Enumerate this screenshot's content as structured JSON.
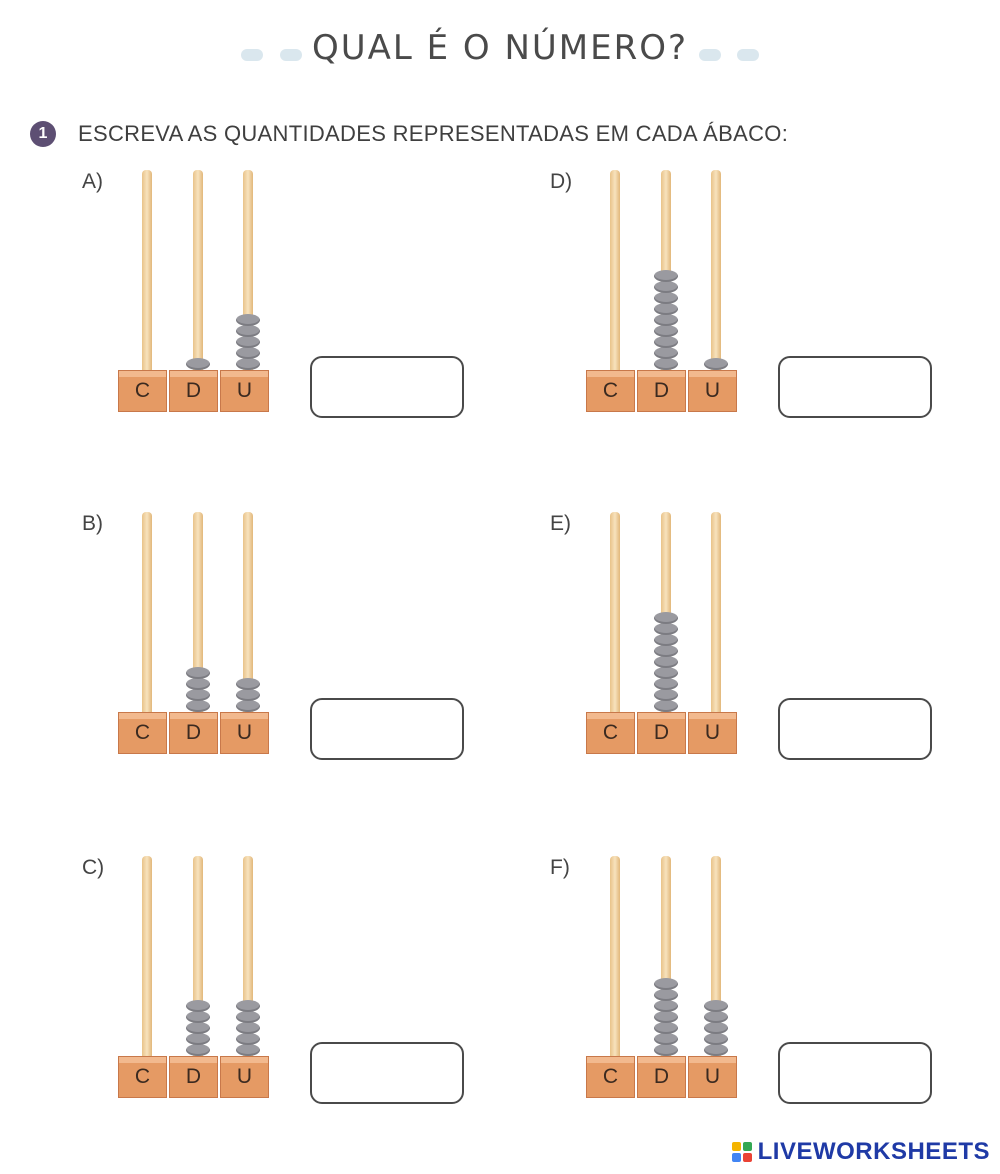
{
  "header": {
    "title": "QUAL É O NÚMERO?"
  },
  "instruction": {
    "number": "1",
    "text": "ESCREVA AS QUANTIDADES REPRESENTADAS EM CADA ÁBACO:"
  },
  "place_labels": [
    "C",
    "D",
    "U"
  ],
  "exercises": [
    {
      "label": "A)",
      "answer": "",
      "beads": {
        "C": 0,
        "D": 1,
        "U": 5
      }
    },
    {
      "label": "D)",
      "answer": "",
      "beads": {
        "C": 0,
        "D": 9,
        "U": 1
      }
    },
    {
      "label": "B)",
      "answer": "",
      "beads": {
        "C": 0,
        "D": 4,
        "U": 3
      }
    },
    {
      "label": "E)",
      "answer": "",
      "beads": {
        "C": 0,
        "D": 9,
        "U": 0
      }
    },
    {
      "label": "C)",
      "answer": "",
      "beads": {
        "C": 0,
        "D": 5,
        "U": 5
      }
    },
    {
      "label": "F)",
      "answer": "",
      "beads": {
        "C": 0,
        "D": 7,
        "U": 5
      }
    }
  ],
  "footer": {
    "brand": "LIVEWORKSHEETS"
  },
  "colors": {
    "bead": "#9a9aa0",
    "block": "#e59a64",
    "badge": "#5d4f73",
    "brand": "#1f3aa6"
  }
}
